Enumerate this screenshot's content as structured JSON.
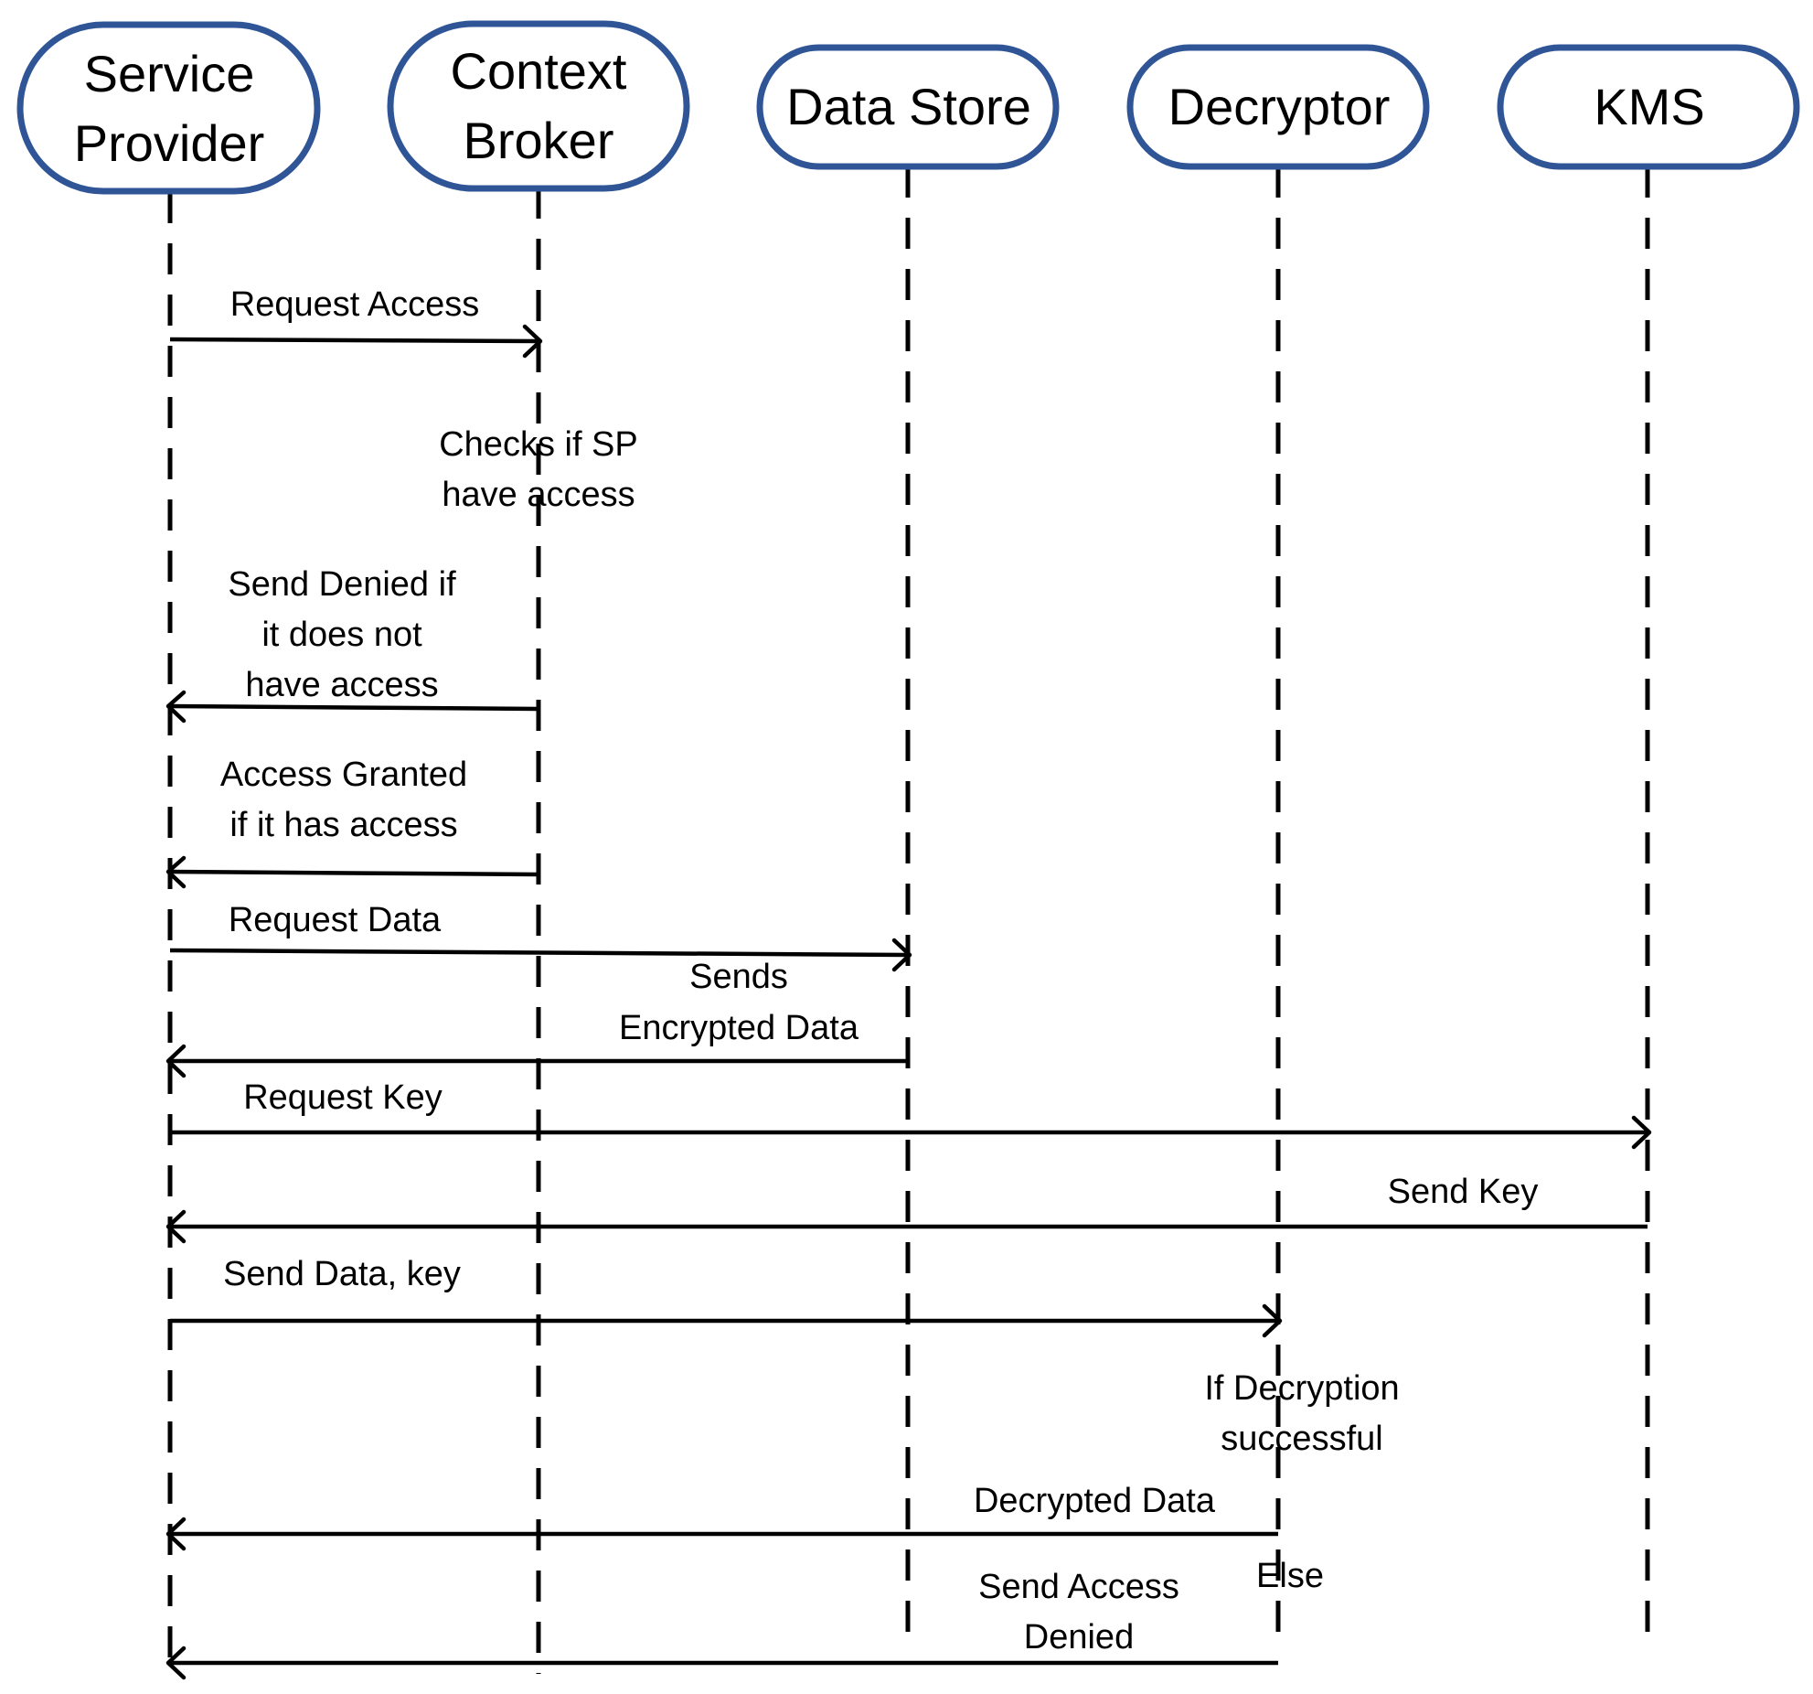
{
  "diagram": {
    "colors": {
      "actor_border": "#2f5597",
      "line": "#000000",
      "text": "#000000"
    },
    "actors": [
      {
        "id": "sp",
        "lines": [
          "Service",
          "Provider"
        ]
      },
      {
        "id": "cb",
        "lines": [
          "Context",
          "Broker"
        ]
      },
      {
        "id": "ds",
        "lines": [
          "Data Store"
        ]
      },
      {
        "id": "dec",
        "lines": [
          "Decryptor"
        ]
      },
      {
        "id": "kms",
        "lines": [
          "KMS"
        ]
      }
    ],
    "messages": [
      {
        "id": "request-access",
        "from": "sp",
        "to": "cb",
        "lines": [
          "Request Access"
        ]
      },
      {
        "id": "send-denied",
        "from": "cb",
        "to": "sp",
        "lines": [
          "Send Denied if",
          "it does not",
          "have access"
        ]
      },
      {
        "id": "access-granted",
        "from": "cb",
        "to": "sp",
        "lines": [
          "Access Granted",
          "if it has access"
        ]
      },
      {
        "id": "request-data",
        "from": "sp",
        "to": "ds",
        "lines": [
          "Request Data"
        ]
      },
      {
        "id": "sends-encrypted",
        "from": "ds",
        "to": "sp",
        "lines": [
          "Sends",
          "Encrypted Data"
        ]
      },
      {
        "id": "request-key",
        "from": "sp",
        "to": "kms",
        "lines": [
          "Request Key"
        ]
      },
      {
        "id": "send-key",
        "from": "kms",
        "to": "sp",
        "lines": [
          "Send Key"
        ]
      },
      {
        "id": "send-data-key",
        "from": "sp",
        "to": "dec",
        "lines": [
          "Send Data, key"
        ]
      },
      {
        "id": "decrypted-data",
        "from": "dec",
        "to": "sp",
        "lines": [
          "Decrypted Data"
        ]
      },
      {
        "id": "send-access-denied",
        "from": "dec",
        "to": "sp",
        "lines": [
          "Send Access",
          "Denied"
        ]
      }
    ],
    "notes": [
      {
        "id": "checks-access",
        "lines": [
          "Checks if SP",
          "have access"
        ]
      },
      {
        "id": "if-decryption",
        "lines": [
          "If Decryption",
          "successful"
        ]
      },
      {
        "id": "else",
        "lines": [
          "Else"
        ]
      }
    ]
  }
}
